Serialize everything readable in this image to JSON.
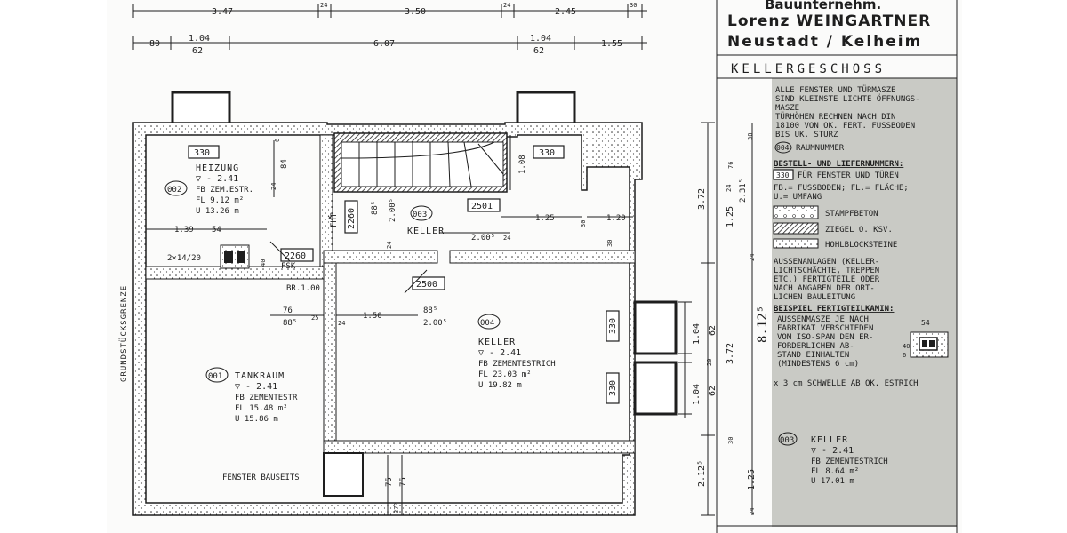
{
  "title_block": {
    "company_partial": "Bauunternehm.",
    "name": "Lorenz WEINGARTNER",
    "place": "Neustadt / Kelheim",
    "sheet_title": "KELLERGESCHOSS"
  },
  "notes": {
    "note1": [
      "ALLE FENSTER UND TÜRMASZE",
      "SIND KLEINSTE LICHTE ÖFFNUNGS-",
      "MASZE",
      "TÜRHÖHEN RECHNEN NACH DIN",
      "18100 VON OK. FERT. FUSSBODEN",
      "BIS UK. STURZ"
    ],
    "raumnummer_symbol": "004",
    "raumnummer_label": "RAUMNUMMER",
    "bestell_title": "BESTELL- UND LIEFERNUMMERN:",
    "bestell_symbol": "330",
    "bestell_text": "FÜR FENSTER UND TÜREN",
    "abbrev": [
      "FB.= FUSSBODEN;  FL.= FLÄCHE;",
      "U.= UMFANG"
    ],
    "legend": [
      {
        "symbol": "stampf",
        "label": "STAMPFBETON"
      },
      {
        "symbol": "ziegel",
        "label": "ZIEGEL O. KSV."
      },
      {
        "symbol": "hohl",
        "label": "HOHLBLOCKSTEINE"
      }
    ],
    "aussen": [
      "AUSSENANLAGEN (KELLER-",
      "LICHTSCHÄCHTE, TREPPEN",
      "ETC.) FERTIGTEILE ODER",
      "NACH ANGABEN DER ORT-",
      "LICHEN BAULEITUNG"
    ],
    "beispiel_title": "BEISPIEL FERTIGTEILKAMIN:",
    "beispiel": [
      "AUSSENMASZE JE NACH",
      "FABRIKAT VERSCHIEDEN",
      "VOM ISO-SPAN DEN ER-",
      "FORDERLICHEN AB-",
      "STAND EINHALTEN",
      "(MINDESTENS 6 cm)"
    ],
    "kamin_dims": [
      "54",
      "40",
      "6"
    ],
    "schwelle": "x 3 cm SCHWELLE AB OK. ESTRICH"
  },
  "rooms": [
    {
      "num": "002",
      "name": "HEIZUNG",
      "level": "▽ - 2.41",
      "fb": "FB  ZEM.ESTR.",
      "fl": "FL  9.12 m²",
      "u": "U   13.26 m"
    },
    {
      "num": "003",
      "name": "KELLER"
    },
    {
      "num": "004",
      "name": "KELLER",
      "level": "▽ - 2.41",
      "fb": "FB  ZEMENTESTRICH",
      "fl": "FL  23.03 m²",
      "u": "U   19.82 m"
    },
    {
      "num": "001",
      "name": "TANKRAUM",
      "level": "▽ - 2.41",
      "fb": "FB  ZEMENTESTR",
      "fl": "FL  15.48 m²",
      "u": "U   15.86 m"
    },
    {
      "num": "003",
      "name": "KELLER",
      "level": "▽ - 2.41",
      "fb": "FB   ZEMENTESTRICH",
      "fl": "FL    8.64 m²",
      "u": "U    17.01 m"
    }
  ],
  "tags": {
    "w330_heizung": "330",
    "w330_top": "330",
    "w330_right1": "330",
    "w330_right2": "330",
    "d2260_fht": "2260",
    "d2260_fsk": "2260",
    "d2501": "2501",
    "d2500": "2500"
  },
  "labels": {
    "fht": "FHT",
    "fsk": "FSK",
    "br": "BR.1.00",
    "kamin": "2×14/20",
    "fenster": "FENSTER BAUSEITS",
    "grenze": "GRUNDSTÜCKSGRENZE",
    "x": "×"
  },
  "dims": {
    "top1": [
      "3.47",
      "24",
      "3.50",
      "24",
      "2.45",
      "30"
    ],
    "top2": [
      "80",
      "1.04",
      "62",
      "6.07",
      "1.04",
      "62",
      "1.55"
    ],
    "heizung": [
      "84",
      "24",
      "6",
      "1.39",
      "54",
      "40"
    ],
    "stair": [
      "88⁵",
      "2.00⁵",
      "24",
      "1.08",
      "1.25",
      "30",
      "1.20",
      "30",
      "2.00⁵",
      "24"
    ],
    "mid": [
      "76",
      "88⁵",
      "25",
      "1.50",
      "88⁵",
      "2.00⁵",
      "24"
    ],
    "bottom": [
      "75",
      "75",
      "37⁵"
    ],
    "right_win": [
      "1.04",
      "62",
      "1.04",
      "62",
      "20"
    ],
    "right_chain": [
      "3.72",
      "3.72",
      "2.12⁵",
      "1.25",
      "1.25",
      "8.12⁵",
      "24",
      "2.31⁵",
      "76",
      "24",
      "30",
      "30",
      "24"
    ]
  }
}
